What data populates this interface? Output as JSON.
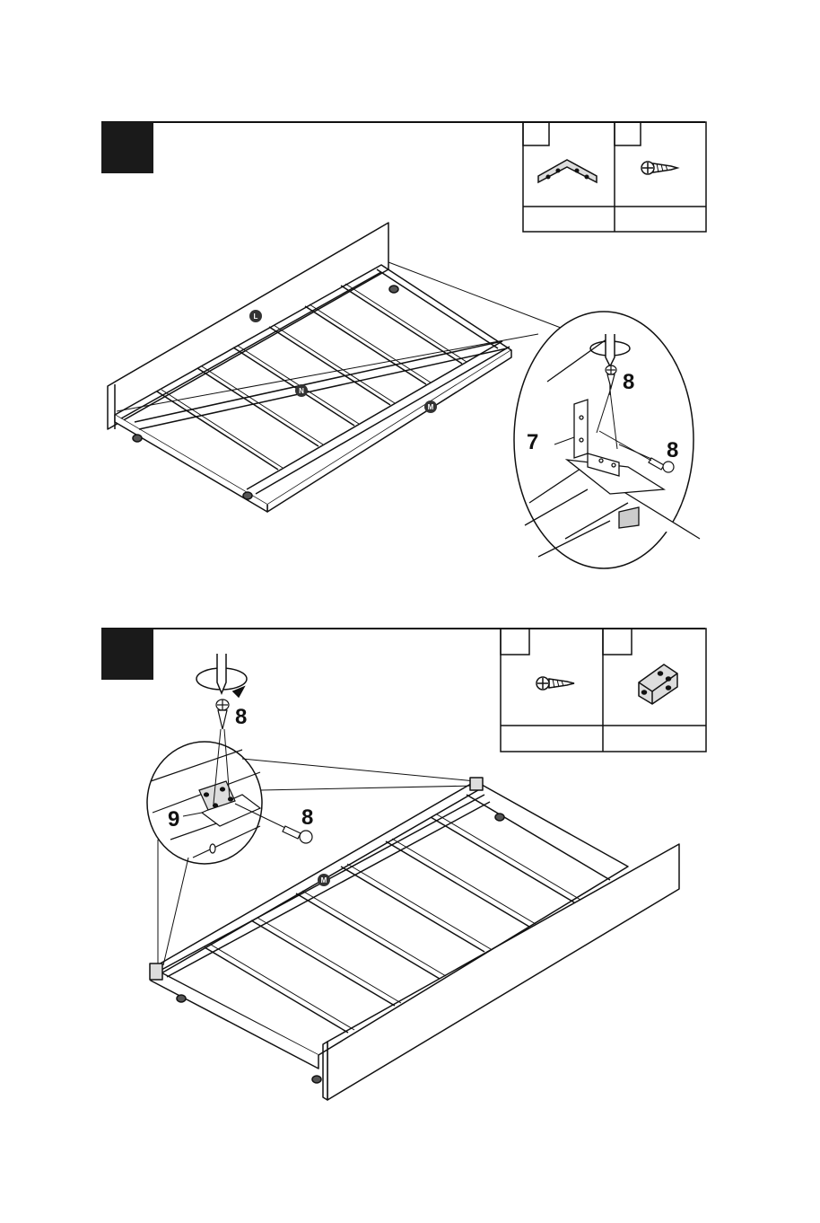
{
  "diagram": {
    "colors": {
      "ink": "#111111",
      "step_box": "#1a1a1a",
      "background": "#ffffff",
      "part_marker": "#333333"
    },
    "steps": [
      {
        "part_labels": [
          "L",
          "N",
          "M"
        ],
        "callouts": {
          "bracket": "7",
          "screw_top": "8",
          "screw_side": "8"
        },
        "hardware": [
          {
            "icon": "angle-bracket-icon"
          },
          {
            "icon": "screw-icon"
          }
        ]
      },
      {
        "part_labels": [
          "M"
        ],
        "callouts": {
          "bracket": "9",
          "screw_top": "8",
          "screw_side": "8"
        },
        "hardware": [
          {
            "icon": "screw-icon"
          },
          {
            "icon": "corner-bracket-icon"
          }
        ]
      }
    ]
  }
}
